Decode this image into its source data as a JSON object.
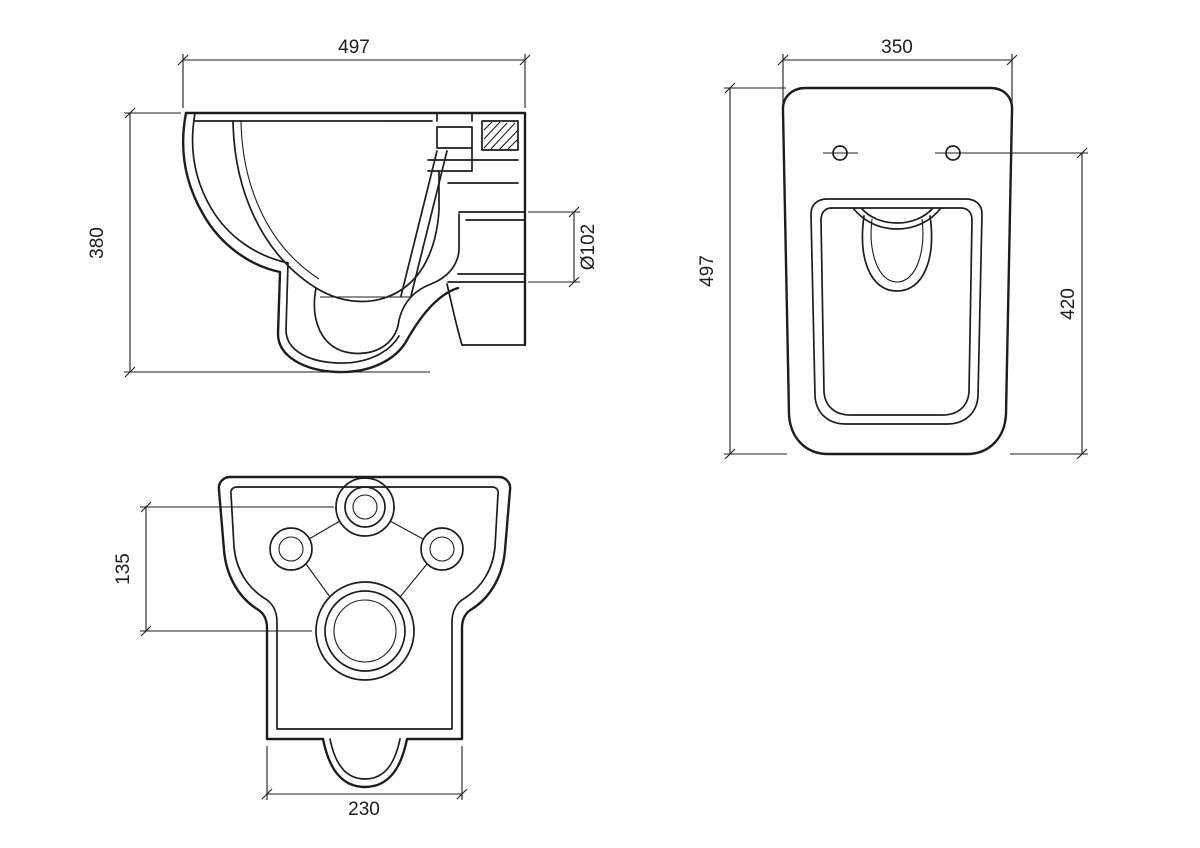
{
  "drawing": {
    "subject": "wall-hung toilet technical drawing, three orthographic views",
    "background": "#ffffff",
    "line_color": "#1d1d1d",
    "side_view": {
      "dim_depth": "497",
      "dim_height": "380",
      "dim_outlet_diameter": "Ø102"
    },
    "top_view": {
      "dim_width": "350",
      "dim_depth": "497",
      "dim_holes_to_front": "420"
    },
    "bottom_view": {
      "dim_inlet_to_outlet": "135",
      "dim_base_width": "230"
    }
  }
}
